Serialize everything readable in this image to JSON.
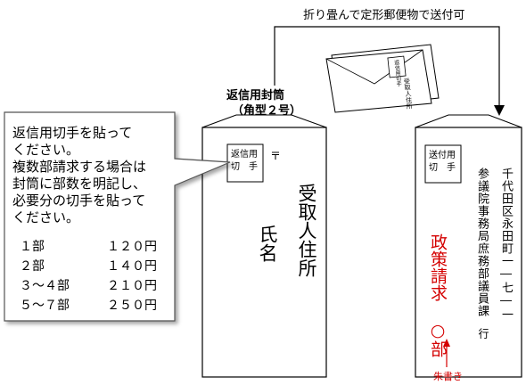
{
  "header": {
    "note": "折り畳んで定形郵便物で送付可",
    "return_envelope_title": "返信用封筒",
    "return_envelope_size": "（角型２号）"
  },
  "callout": {
    "lines": [
      "返信用切手を貼って",
      "ください。",
      "複数部請求する場合は",
      "封筒に部数を明記し、",
      "必要分の切手を貼って",
      "ください。"
    ],
    "prices": [
      {
        "qty": "１部",
        "price": "１２０円"
      },
      {
        "qty": "２部",
        "price": "１４０円"
      },
      {
        "qty": "３～４部",
        "price": "２１０円"
      },
      {
        "qty": "５～７部",
        "price": "２５０円"
      }
    ]
  },
  "return_envelope": {
    "stamp_line1": "返信用",
    "stamp_line2": "切　手",
    "postal_marker": "〒",
    "address_label": "受取人住所",
    "name_label": "氏名"
  },
  "outgoing_envelope": {
    "stamp_line1": "送付用",
    "stamp_line2": "切　手",
    "address_line1": "千代田区永田町一―七―一",
    "address_line2": "参議院事務局庶務部議員課",
    "addressee_suffix": "行",
    "request_text": "政策請求 ○部",
    "red_note": "朱書き"
  },
  "folded_envelope": {
    "stamp_text": "返信用切手",
    "address_text": "受取人住所"
  },
  "colors": {
    "line": "#000000",
    "red": "#d40000",
    "callout_fill": "#ffffff"
  }
}
